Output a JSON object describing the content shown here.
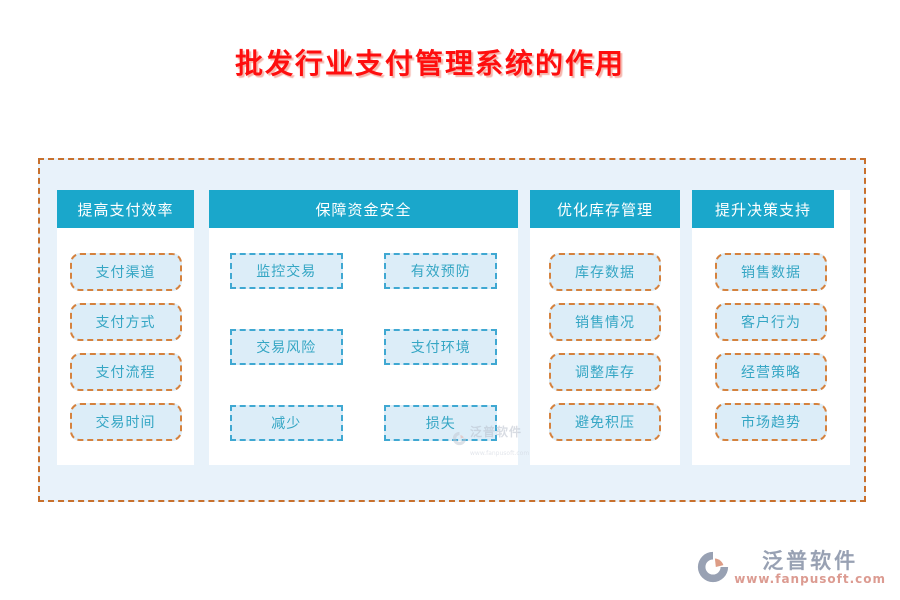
{
  "title": "批发行业支付管理系统的作用",
  "colors": {
    "title_red": "#fe0e0e",
    "header_teal": "#1aa7cb",
    "container_bg": "#e8f2fa",
    "container_border_orange": "#c8702d",
    "box_bg": "#dcedf8",
    "box_border_orange": "#d5823e",
    "box_border_blue": "#3fa8d2",
    "box_text_teal": "#35a6c4"
  },
  "columns": [
    {
      "header": "提高支付效率",
      "items": [
        "支付渠道",
        "支付方式",
        "支付流程",
        "交易时间"
      ]
    },
    {
      "header": "保障资金安全",
      "items": [
        "监控交易",
        "有效预防",
        "交易风险",
        "支付环境",
        "减少",
        "损失"
      ]
    },
    {
      "header": "优化库存管理",
      "items": [
        "库存数据",
        "销售情况",
        "调整库存",
        "避免积压"
      ]
    },
    {
      "header": "提升决策支持",
      "items": [
        "销售数据",
        "客户行为",
        "经营策略",
        "市场趋势"
      ]
    }
  ],
  "watermark": {
    "text": "泛普软件",
    "subtext": "www.fanpusoft.com"
  },
  "logo": {
    "name": "泛普软件",
    "url": "www.fanpusoft.com"
  }
}
